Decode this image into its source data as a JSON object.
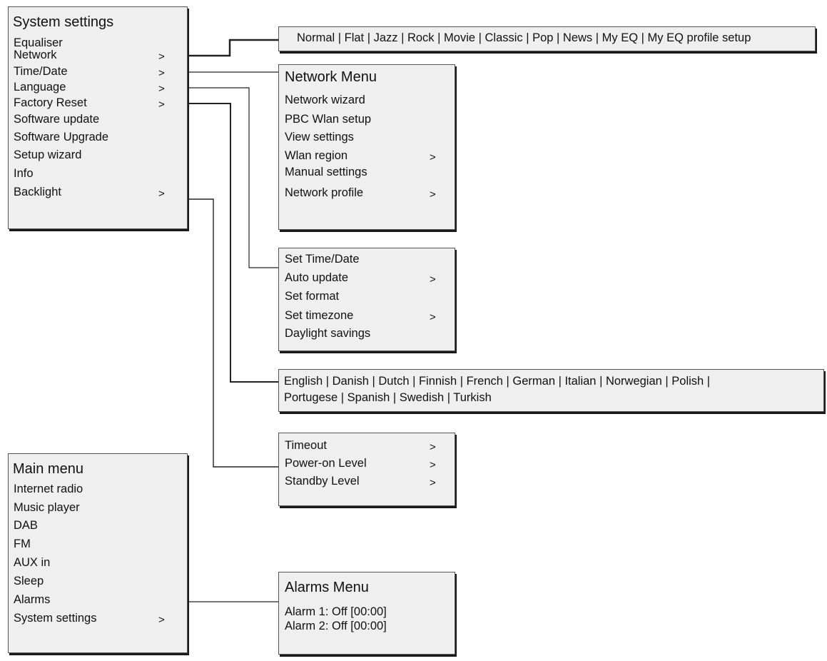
{
  "system_settings": {
    "title": "System settings",
    "items": [
      {
        "label": "Equaliser",
        "arrow": ""
      },
      {
        "label": "Network",
        "arrow": ">"
      },
      {
        "label": "Time/Date",
        "arrow": ">"
      },
      {
        "label": "Language",
        "arrow": ">"
      },
      {
        "label": "Factory Reset",
        "arrow": ">"
      },
      {
        "label": "Software update",
        "arrow": ""
      },
      {
        "label": "Software Upgrade",
        "arrow": ""
      },
      {
        "label": "Setup wizard",
        "arrow": ""
      },
      {
        "label": "Info",
        "arrow": ""
      },
      {
        "label": "Backlight",
        "arrow": ">"
      }
    ]
  },
  "equaliser_options": {
    "text": "Normal | Flat | Jazz | Rock | Movie | Classic | Pop | News | My EQ | My EQ profile setup"
  },
  "network_menu": {
    "title": "Network Menu",
    "items": [
      {
        "label": "Network wizard",
        "arrow": ""
      },
      {
        "label": "PBC Wlan setup",
        "arrow": ""
      },
      {
        "label": "View settings",
        "arrow": ""
      },
      {
        "label": "Wlan region",
        "arrow": ">"
      },
      {
        "label": "Manual settings",
        "arrow": ""
      },
      {
        "label": "Network profile",
        "arrow": ">"
      }
    ]
  },
  "time_date_menu": {
    "items": [
      {
        "label": "Set Time/Date",
        "arrow": ""
      },
      {
        "label": "Auto update",
        "arrow": ">"
      },
      {
        "label": "Set format",
        "arrow": ""
      },
      {
        "label": "Set timezone",
        "arrow": ">"
      },
      {
        "label": "Daylight savings",
        "arrow": ""
      }
    ]
  },
  "language_options": {
    "line1": "English | Danish | Dutch | Finnish | French | German | Italian | Norwegian | Polish |",
    "line2": "Portugese | Spanish | Swedish | Turkish"
  },
  "backlight_menu": {
    "items": [
      {
        "label": "Timeout",
        "arrow": ">"
      },
      {
        "label": "Power-on Level",
        "arrow": ">"
      },
      {
        "label": "Standby Level",
        "arrow": ">"
      }
    ]
  },
  "main_menu": {
    "title": "Main menu",
    "items": [
      {
        "label": "Internet radio",
        "arrow": ""
      },
      {
        "label": "Music player",
        "arrow": ""
      },
      {
        "label": "DAB",
        "arrow": ""
      },
      {
        "label": "FM",
        "arrow": ""
      },
      {
        "label": "AUX in",
        "arrow": ""
      },
      {
        "label": "Sleep",
        "arrow": ""
      },
      {
        "label": "Alarms",
        "arrow": ""
      },
      {
        "label": "System settings",
        "arrow": ">"
      }
    ]
  },
  "alarms_menu": {
    "title": "Alarms Menu",
    "items": [
      {
        "label": "Alarm 1: Off [00:00]",
        "arrow": ""
      },
      {
        "label": "Alarm 2: Off [00:00]",
        "arrow": ""
      }
    ]
  },
  "colors": {
    "box_fill": "#efefef",
    "box_border": "#555555",
    "line": "#222222",
    "text": "#111111"
  }
}
